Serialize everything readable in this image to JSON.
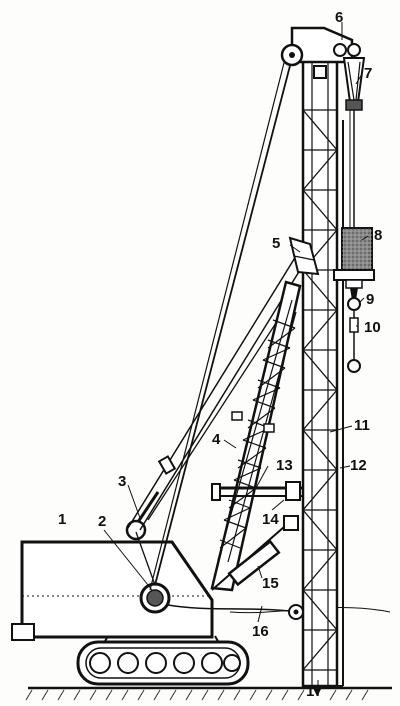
{
  "diagram": {
    "subject": "crawler-mounted pile driver",
    "labels": [
      {
        "id": "1",
        "text": "1"
      },
      {
        "id": "2",
        "text": "2"
      },
      {
        "id": "3",
        "text": "3"
      },
      {
        "id": "4",
        "text": "4"
      },
      {
        "id": "5",
        "text": "5"
      },
      {
        "id": "6",
        "text": "6"
      },
      {
        "id": "7",
        "text": "7"
      },
      {
        "id": "8",
        "text": "8"
      },
      {
        "id": "9",
        "text": "9"
      },
      {
        "id": "10",
        "text": "10"
      },
      {
        "id": "11",
        "text": "11"
      },
      {
        "id": "12",
        "text": "12"
      },
      {
        "id": "13",
        "text": "13"
      },
      {
        "id": "14",
        "text": "14"
      },
      {
        "id": "15",
        "text": "15"
      },
      {
        "id": "16",
        "text": "16"
      },
      {
        "id": "17",
        "text": "17"
      }
    ]
  }
}
